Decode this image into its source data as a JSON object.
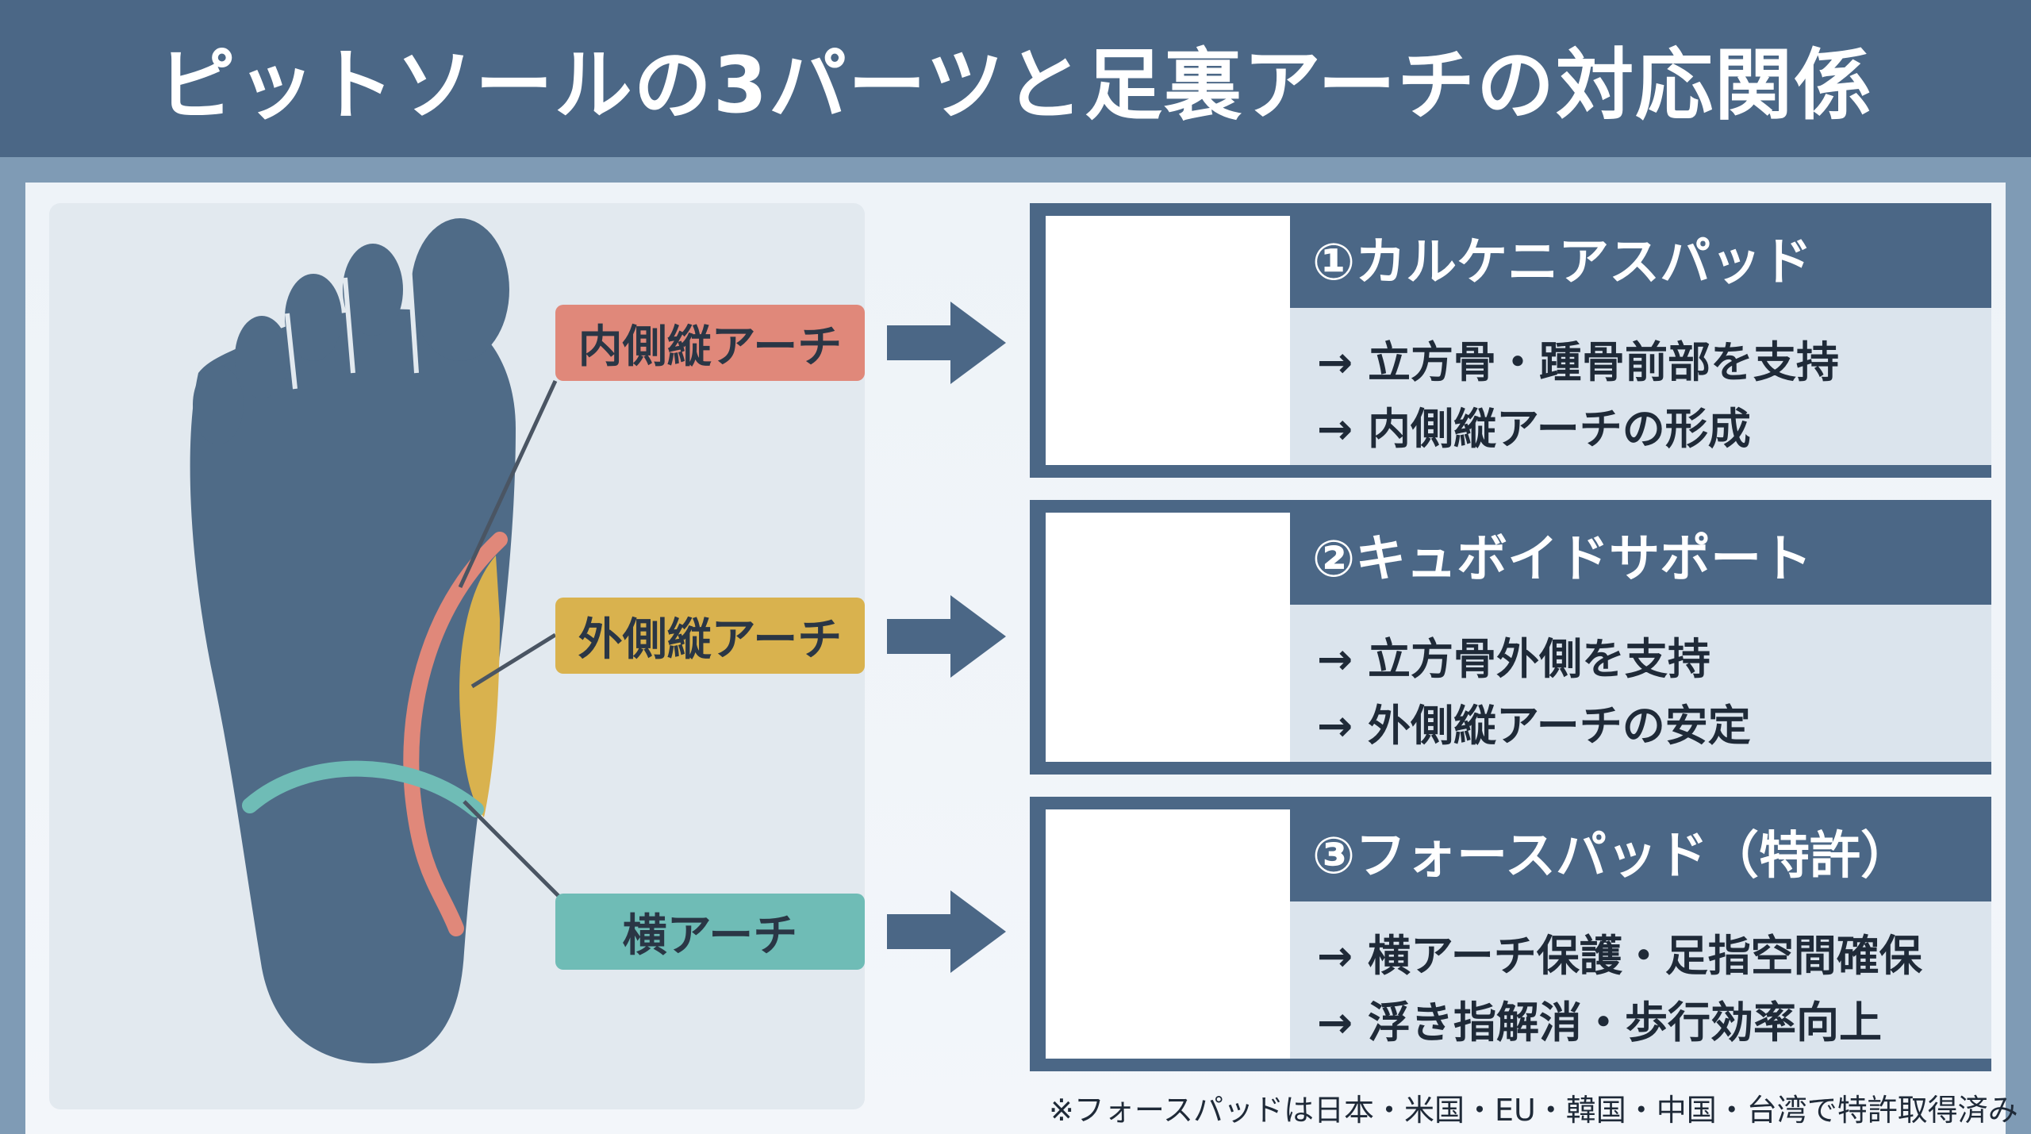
{
  "header": {
    "title": "ピットソールの3パーツと足裏アーチの対応関係"
  },
  "labels": [
    {
      "text": "内側縦アーチ",
      "color": "#e0887a"
    },
    {
      "text": "外側縦アーチ",
      "color": "#d9b24e"
    },
    {
      "text": "横アーチ",
      "color": "#6fbcb6"
    }
  ],
  "cards": [
    {
      "title": "①カルケニアスパッド",
      "lines": [
        "→ 立方骨・踵骨前部を支持",
        "→ 内側縦アーチの形成"
      ],
      "highlight_color": "#e0887a"
    },
    {
      "title": "②キュボイドサポート",
      "lines": [
        "→ 立方骨外側を支持",
        "→ 外側縦アーチの安定"
      ],
      "highlight_color": "#d9b24e"
    },
    {
      "title": "③フォースパッド（特許）",
      "lines": [
        "→ 横アーチ保護・足指空間確保",
        "→ 浮き指解消・歩行効率向上"
      ],
      "highlight_color": "#d9b24e"
    }
  ],
  "footnote": "※フォースパッドは日本・米国・EU・韓国・中国・台湾で特許取得済み",
  "colors": {
    "header_bg": "#4b6786",
    "foot": "#4f6b87",
    "arrow": "#4b6786",
    "medial_arch": "#e0887a",
    "lateral_arch": "#d9b24e",
    "transverse_arch": "#6fbcb6"
  }
}
